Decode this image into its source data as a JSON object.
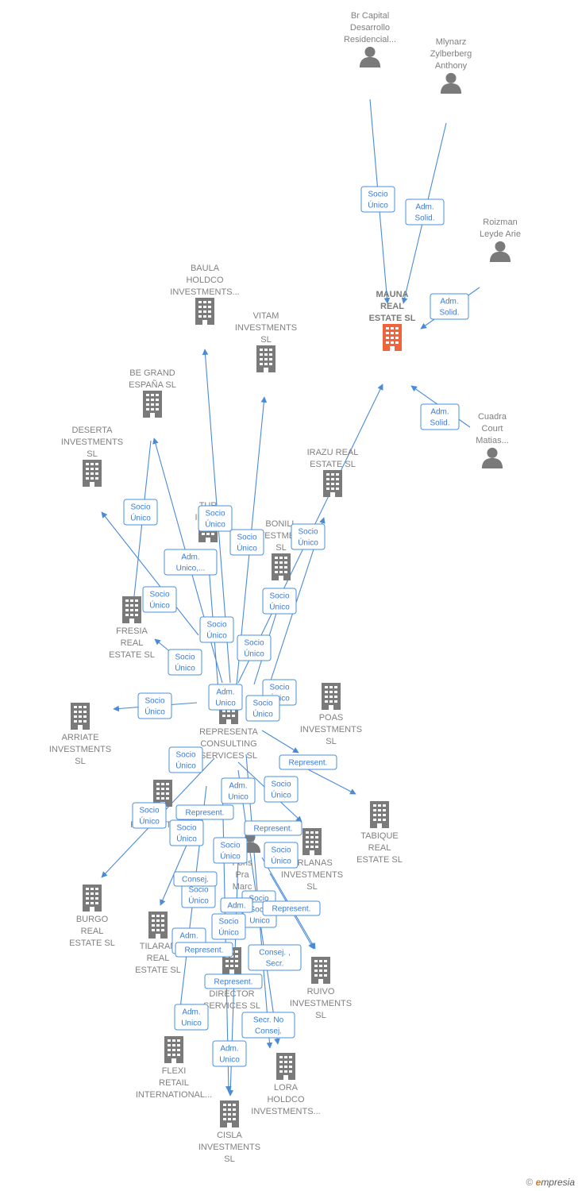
{
  "colors": {
    "edge": "#4a8bd8",
    "label_border": "#4a90d9",
    "label_text": "#3a7bd5",
    "node_gray": "#7a7a7a",
    "node_main": "#f0643c"
  },
  "copyright": {
    "symbol": "©",
    "brand_e": "e",
    "brand_rest": "mpresia"
  },
  "nodes": [
    {
      "id": "brcapital",
      "type": "person",
      "label": [
        "Br Capital",
        "Desarrollo",
        "Residencial..."
      ]
    },
    {
      "id": "mlynarz",
      "type": "person",
      "label": [
        "Mlynarz",
        "Zylberberg",
        "Anthony"
      ]
    },
    {
      "id": "roizman",
      "type": "person",
      "label": [
        "Roizman",
        "Leyde Arie"
      ]
    },
    {
      "id": "cuadra",
      "type": "person",
      "label": [
        "Cuadra",
        "Court",
        "Matias..."
      ]
    },
    {
      "id": "mauna",
      "type": "company",
      "main": true,
      "label": [
        "MAUNA",
        "REAL",
        "ESTATE  SL"
      ]
    },
    {
      "id": "baula",
      "type": "company",
      "label": [
        "BAULA",
        "HOLDCO",
        "INVESTMENTS..."
      ]
    },
    {
      "id": "vitam",
      "type": "company",
      "label": [
        "VITAM",
        "INVESTMENTS",
        "SL"
      ]
    },
    {
      "id": "begrand",
      "type": "company",
      "label": [
        "BE GRAND",
        "ESPAÑA  SL"
      ]
    },
    {
      "id": "deserta",
      "type": "company",
      "label": [
        "DESERTA",
        "INVESTMENTS",
        "SL"
      ]
    },
    {
      "id": "irazu",
      "type": "company",
      "label": [
        "IRAZU REAL",
        "ESTATE  SL"
      ]
    },
    {
      "id": "turquesa",
      "type": "company",
      "label": [
        "TUR",
        "INVES",
        "SL"
      ]
    },
    {
      "id": "bonill",
      "type": "company",
      "label": [
        "BONILL",
        "INVESTMENTS",
        "SL"
      ]
    },
    {
      "id": "fresia",
      "type": "company",
      "label": [
        "FRESIA",
        "REAL",
        "ESTATE  SL"
      ]
    },
    {
      "id": "arriate",
      "type": "company",
      "label": [
        "ARRIATE",
        "INVESTMENTS",
        "SL"
      ]
    },
    {
      "id": "representa",
      "type": "company",
      "label": [
        "REPRESENTA",
        "CONSULTING",
        "SERVICES  SL"
      ]
    },
    {
      "id": "poas",
      "type": "company",
      "label": [
        "POAS",
        "INVESTMENTS",
        "SL"
      ]
    },
    {
      "id": "tabique",
      "type": "company",
      "label": [
        "TABIQUE",
        "REAL",
        "ESTATE  SL"
      ]
    },
    {
      "id": "payment",
      "type": "company",
      "label": [
        "PAYMENT"
      ]
    },
    {
      "id": "marc",
      "type": "person",
      "label": [
        "Pons",
        "Pra",
        "Marc"
      ]
    },
    {
      "id": "arlanas",
      "type": "company",
      "label": [
        "ARLANAS",
        "INVESTMENTS",
        "SL"
      ]
    },
    {
      "id": "burgo",
      "type": "company",
      "label": [
        "BURGO",
        "REAL",
        "ESTATE  SL"
      ]
    },
    {
      "id": "tilarang",
      "type": "company",
      "label": [
        "TILARAN",
        "REAL",
        "ESTATE  SL"
      ]
    },
    {
      "id": "ruivo",
      "type": "company",
      "label": [
        "RUIVO",
        "INVESTMENTS",
        "SL"
      ]
    },
    {
      "id": "director",
      "type": "company",
      "label": [
        "R",
        "DIRECTOR",
        "SERVICES  SL"
      ]
    },
    {
      "id": "flexi",
      "type": "company",
      "label": [
        "FLEXI",
        "RETAIL",
        "INTERNATIONAL..."
      ]
    },
    {
      "id": "lora",
      "type": "company",
      "label": [
        "LORA",
        "HOLDCO",
        "INVESTMENTS..."
      ]
    },
    {
      "id": "cisla",
      "type": "company",
      "label": [
        "CISLA",
        "INVESTMENTS",
        "SL"
      ]
    }
  ],
  "edge_labels": [
    {
      "lines": [
        "Socio",
        "Único"
      ]
    },
    {
      "lines": [
        "Adm.",
        "Solid."
      ]
    },
    {
      "lines": [
        "Adm.",
        "Solid."
      ]
    },
    {
      "lines": [
        "Adm.",
        "Solid."
      ]
    },
    {
      "lines": [
        "Socio",
        "Único"
      ]
    },
    {
      "lines": [
        "Socio",
        "Único"
      ]
    },
    {
      "lines": [
        "Socio",
        "Único"
      ]
    },
    {
      "lines": [
        "Adm.",
        "Unico,..."
      ]
    },
    {
      "lines": [
        "Socio",
        "Único"
      ]
    },
    {
      "lines": [
        "Socio",
        "Único"
      ]
    },
    {
      "lines": [
        "Socio",
        "Único"
      ]
    },
    {
      "lines": [
        "Socio",
        "Único"
      ]
    },
    {
      "lines": [
        "Socio",
        "Único"
      ]
    },
    {
      "lines": [
        "Socio",
        "Único"
      ]
    },
    {
      "lines": [
        "Socio",
        "Único"
      ]
    },
    {
      "lines": [
        "Socio",
        "Único"
      ]
    },
    {
      "lines": [
        "Adm.",
        "Unico"
      ]
    },
    {
      "lines": [
        "Socio",
        "Único"
      ]
    },
    {
      "lines": [
        "Represent."
      ]
    },
    {
      "lines": [
        "Socio",
        "Único"
      ]
    },
    {
      "lines": [
        "Socio",
        "Único"
      ]
    },
    {
      "lines": [
        "Adm.",
        "Unico"
      ]
    },
    {
      "lines": [
        "Socio",
        "Único"
      ]
    },
    {
      "lines": [
        "Socio",
        "Único"
      ]
    },
    {
      "lines": [
        "Represent."
      ]
    },
    {
      "lines": [
        "Socio",
        "Único"
      ]
    },
    {
      "lines": [
        "Represent."
      ]
    },
    {
      "lines": [
        "Socio",
        "Único"
      ]
    },
    {
      "lines": [
        "Socio",
        "Único"
      ]
    },
    {
      "lines": [
        "Consej."
      ]
    },
    {
      "lines": [
        "Socio",
        "Único"
      ]
    },
    {
      "lines": [
        "Socio",
        "Unico"
      ]
    },
    {
      "lines": [
        "Adm.",
        "Unico"
      ]
    },
    {
      "lines": [
        "Represent."
      ]
    },
    {
      "lines": [
        "Socio",
        "Único"
      ]
    },
    {
      "lines": [
        "Adm."
      ]
    },
    {
      "lines": [
        "Represent."
      ]
    },
    {
      "lines": [
        "Consej. ,",
        "Secr."
      ]
    },
    {
      "lines": [
        "Represent."
      ]
    },
    {
      "lines": [
        "Adm.",
        "Unico"
      ]
    },
    {
      "lines": [
        "Secr.  No",
        "Consej."
      ]
    },
    {
      "lines": [
        "Adm.",
        "Unico"
      ]
    }
  ]
}
